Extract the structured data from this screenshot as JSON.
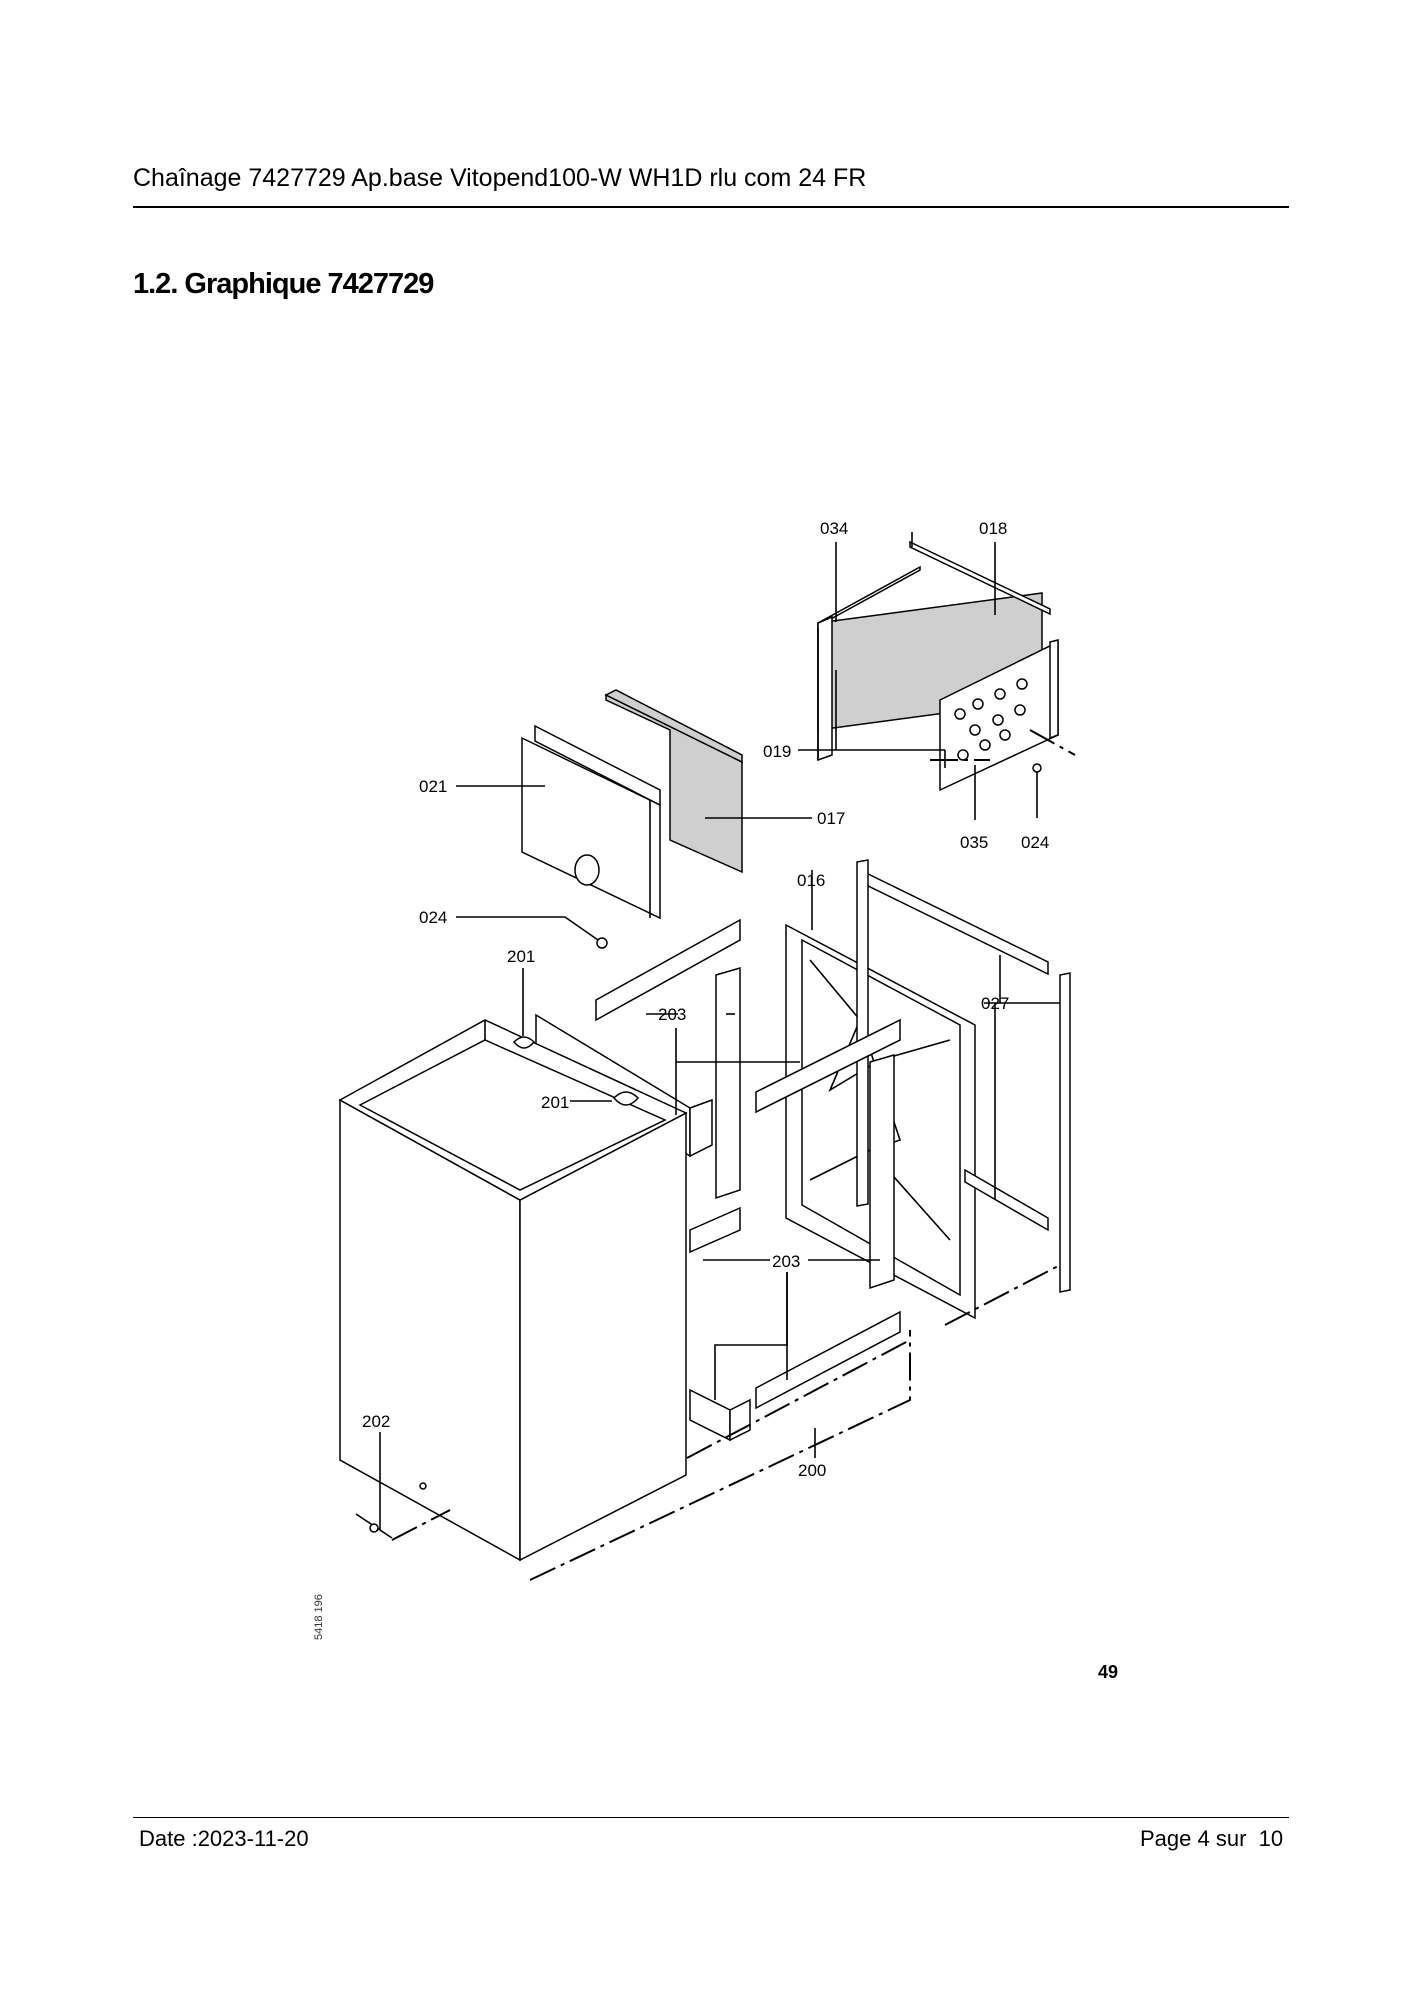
{
  "header": {
    "title": "Chaînage 7427729 Ap.base Vitopend100-W WH1D rlu com 24 FR"
  },
  "section": {
    "title": "1.2. Graphique 7427729"
  },
  "figure": {
    "labels": {
      "l034": "034",
      "l018": "018",
      "l019": "019",
      "l035": "035",
      "l024a": "024",
      "l021": "021",
      "l017": "017",
      "l016": "016",
      "l024b": "024",
      "l201a": "201",
      "l201b": "201",
      "l203a": "203",
      "l203b": "203",
      "l027": "027",
      "l202": "202",
      "l200": "200"
    },
    "drawing_code": "5418 196",
    "figure_number": "49"
  },
  "footer": {
    "date": "Date :2023-11-20",
    "page_label": "Page 4 sur",
    "page_total": "10"
  }
}
